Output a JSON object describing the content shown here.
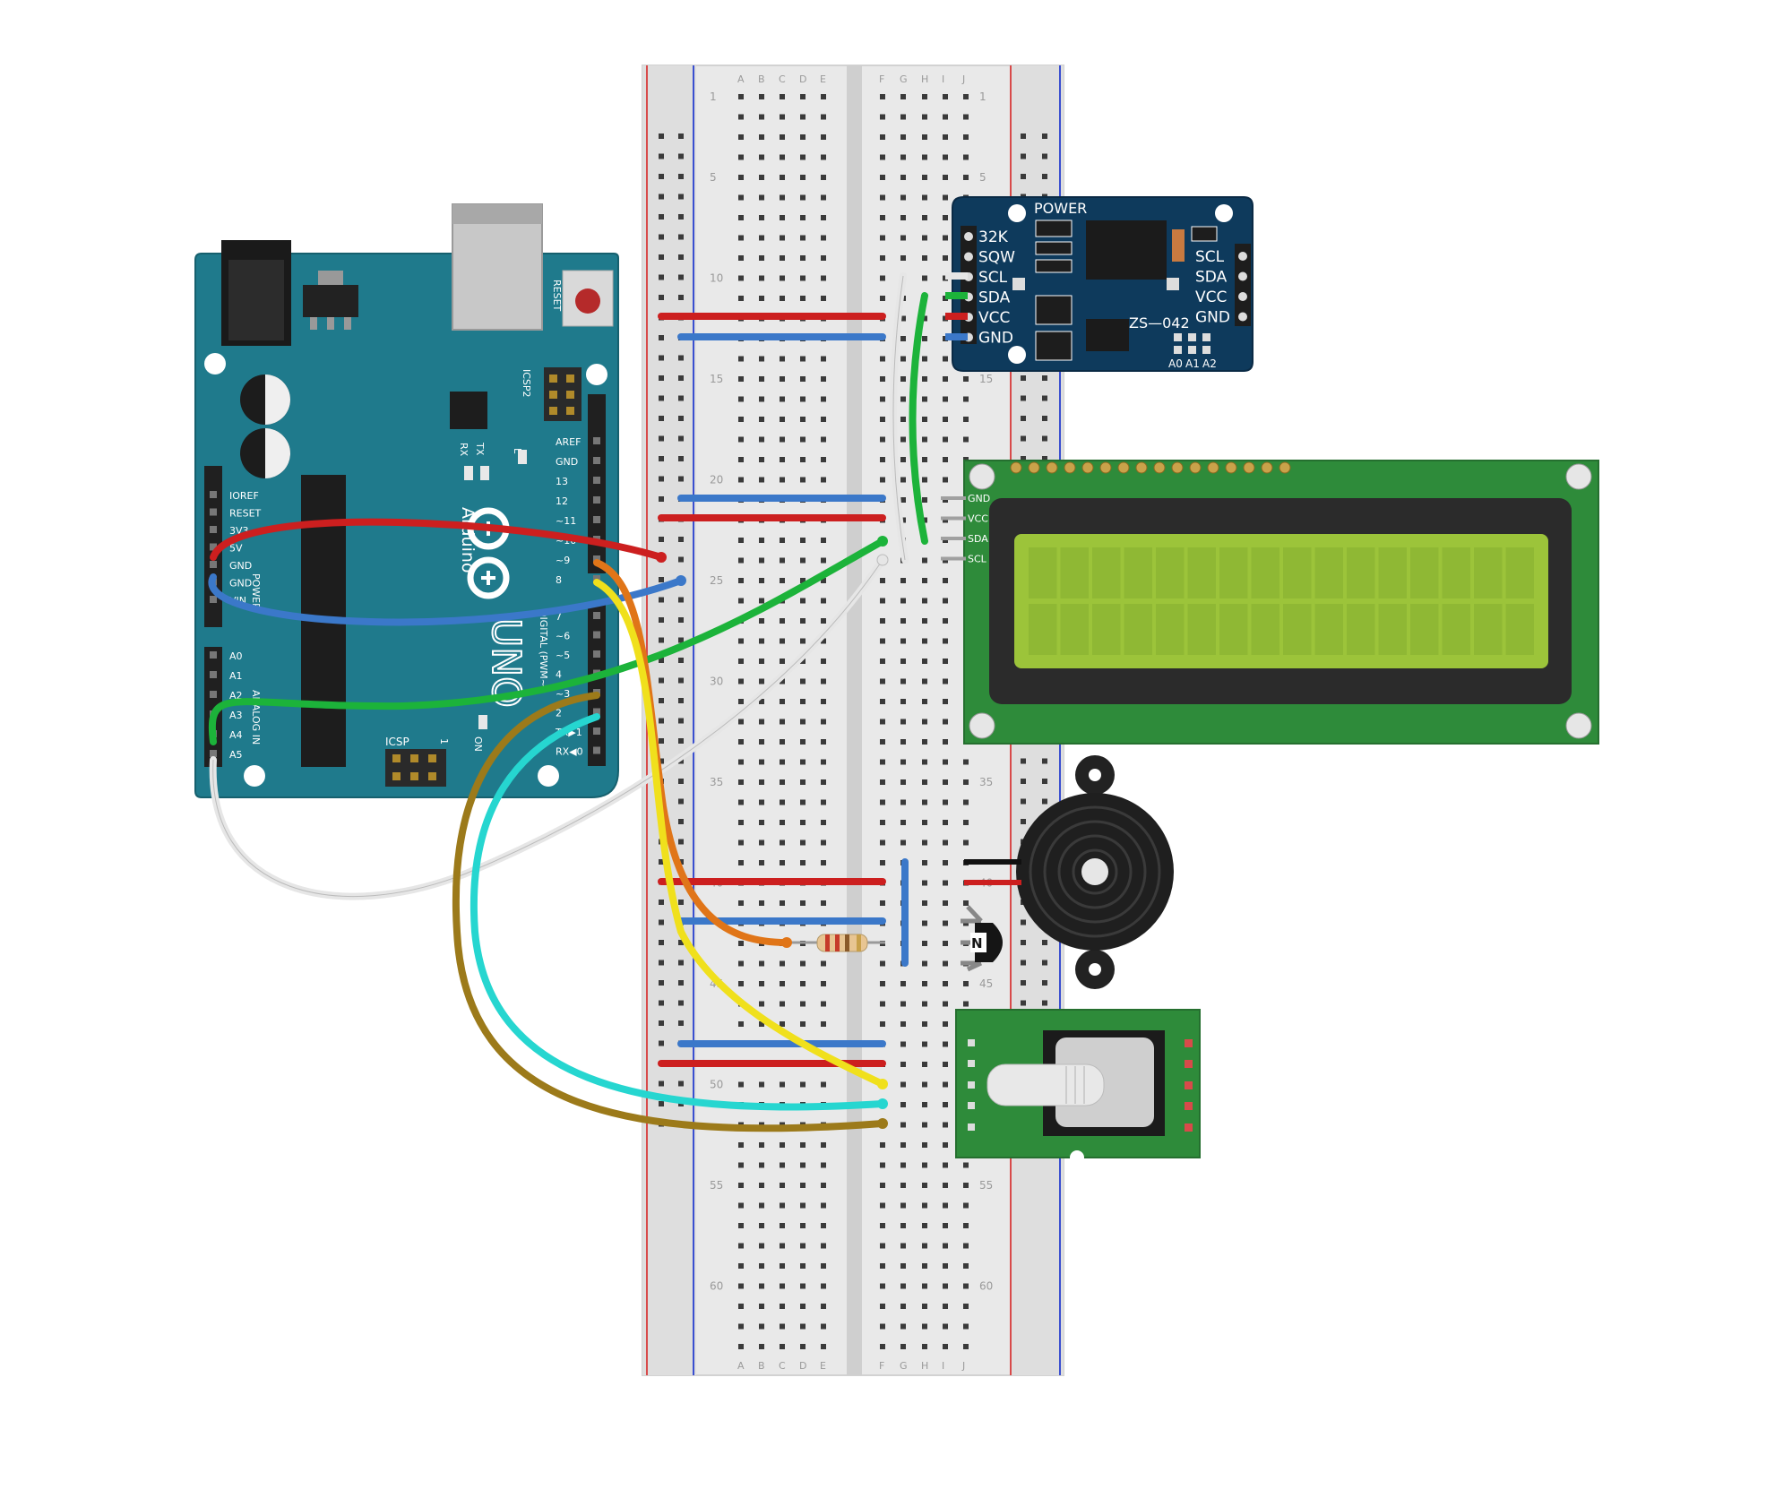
{
  "breadboard": {
    "columns_left": [
      "A",
      "B",
      "C",
      "D",
      "E"
    ],
    "columns_right": [
      "F",
      "G",
      "H",
      "I",
      "J"
    ],
    "row_labels": [
      "1",
      "5",
      "10",
      "15",
      "20",
      "25",
      "30",
      "35",
      "40",
      "45",
      "50",
      "55",
      "60"
    ]
  },
  "arduino": {
    "board_name": "UNO",
    "brand": "Arduino",
    "reset": "RESET",
    "icsp2": "ICSP2",
    "icsp": "ICSP",
    "led_l": "L",
    "led_tx": "TX",
    "led_rx": "RX",
    "led_on": "ON",
    "one": "1",
    "power_header": "POWER",
    "analog_header": "ANALOG IN",
    "digital_header": "DIGITAL (PWM~)",
    "power_pins": [
      "IOREF",
      "RESET",
      "3V3",
      "5V",
      "GND",
      "GND",
      "VIN"
    ],
    "analog_pins": [
      "A0",
      "A1",
      "A2",
      "A3",
      "A4",
      "A5"
    ],
    "digital_pins_top": [
      "AREF",
      "GND",
      "13",
      "12",
      "~11",
      "~10",
      "~9",
      "8"
    ],
    "digital_pins_bottom": [
      "7",
      "~6",
      "~5",
      "4",
      "~3",
      "2",
      "TX▶1",
      "RX◀0"
    ]
  },
  "rtc": {
    "power_label": "POWER",
    "left_pins": [
      "32K",
      "SQW",
      "SCL",
      "SDA",
      "VCC",
      "GND"
    ],
    "right_pins": [
      "SCL",
      "SDA",
      "VCC",
      "GND"
    ],
    "model": "ZS—042",
    "address_pins": [
      "A0",
      "A1",
      "A2"
    ]
  },
  "lcd": {
    "pins": [
      "GND",
      "VCC",
      "SDA",
      "SCL"
    ],
    "columns": 16,
    "rows": 2,
    "colors": {
      "pcb": "#2e8b3a",
      "screen": "#9cc43a",
      "bezel": "#2b2b2b"
    }
  },
  "colors": {
    "board_blue": "#1f7a8c",
    "rtc_navy": "#0e3a5c",
    "wire_red": "#cc1f1f",
    "wire_blue": "#3b78c9",
    "wire_green": "#1cb33a",
    "wire_white": "#e6e6e6",
    "wire_orange": "#e07518",
    "wire_yellow": "#f0e01c",
    "wire_cyan": "#26d6d0",
    "wire_brown": "#9c7a1a"
  },
  "components": [
    "arduino-uno",
    "breadboard",
    "ds3231-rtc-module",
    "lcd-16x2-i2c",
    "piezo-buzzer",
    "npn-transistor",
    "resistor",
    "rotary-encoder-module"
  ]
}
